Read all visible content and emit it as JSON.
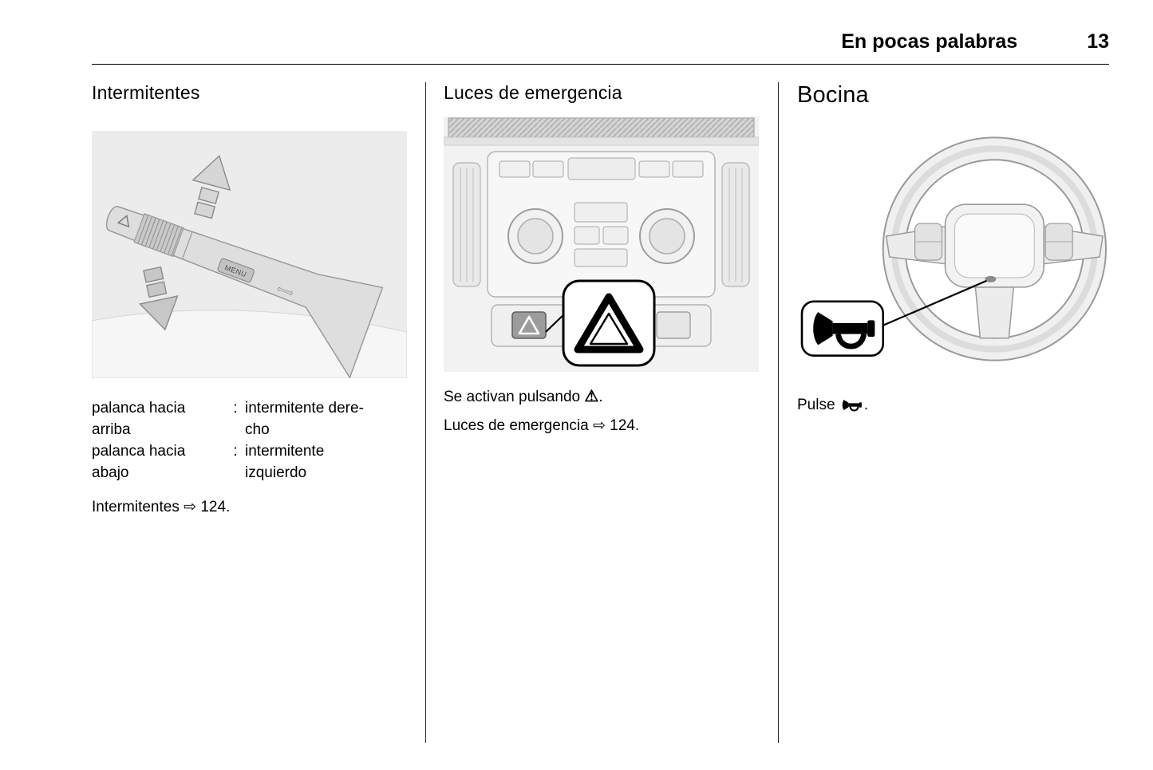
{
  "header": {
    "title": "En pocas palabras",
    "page_number": "13"
  },
  "icons": {
    "ref_arrow": "⇨",
    "hazard": "⚠",
    "horn": "horn-icon",
    "lever_arrows": "⇦⇨"
  },
  "col1": {
    "heading": "Intermitentes",
    "illustration": {
      "name": "turn-signal-lever",
      "menu_label": "MENU"
    },
    "rows": [
      {
        "term": "palanca hacia\narriba",
        "colon": ":",
        "def": "intermitente dere-\ncho"
      },
      {
        "term": "palanca hacia\nabajo",
        "colon": ":",
        "def": "intermitente\nizquierdo"
      }
    ],
    "ref": {
      "label": "Intermitentes",
      "page": "124."
    }
  },
  "col2": {
    "heading": "Luces de emergencia",
    "activate": {
      "prefix": "Se activan pulsando",
      "suffix": "."
    },
    "ref": {
      "label": "Luces de emergencia",
      "page": "124."
    }
  },
  "col3": {
    "heading": "Bocina",
    "press": {
      "prefix": "Pulse",
      "suffix": "."
    }
  },
  "colors": {
    "text": "#000000",
    "illustration_bg": "#ececec",
    "callout_border": "#000000",
    "rule": "#000000"
  }
}
